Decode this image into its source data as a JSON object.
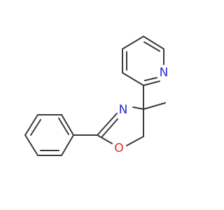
{
  "molecule": {
    "atoms": {
      "pyridine_n": {
        "label": "N",
        "color": "#2b2bd6"
      },
      "oxazoline_n": {
        "label": "N",
        "color": "#2b2bd6"
      },
      "oxazoline_o": {
        "label": "O",
        "color": "#e8281e"
      }
    },
    "bond_color": "#3a3a3a"
  }
}
